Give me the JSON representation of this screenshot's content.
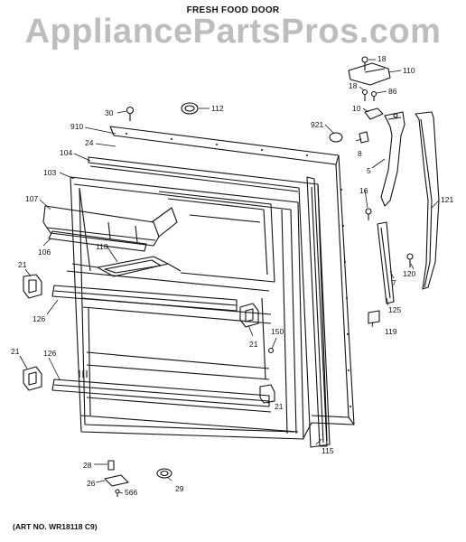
{
  "title": "FRESH FOOD DOOR",
  "watermark": "AppliancePartsPros.com",
  "art_number": "(ART NO. WR18118 C9)",
  "parts": [
    {
      "key": "p18a",
      "text": "18"
    },
    {
      "key": "p110",
      "text": "110"
    },
    {
      "key": "p18b",
      "text": "18"
    },
    {
      "key": "p86",
      "text": "86"
    },
    {
      "key": "p30",
      "text": "30"
    },
    {
      "key": "p112",
      "text": "112"
    },
    {
      "key": "p10",
      "text": "10"
    },
    {
      "key": "p910",
      "text": "910"
    },
    {
      "key": "p921",
      "text": "921"
    },
    {
      "key": "p24",
      "text": "24"
    },
    {
      "key": "p8",
      "text": "8"
    },
    {
      "key": "p104",
      "text": "104"
    },
    {
      "key": "p5",
      "text": "5"
    },
    {
      "key": "p103",
      "text": "103"
    },
    {
      "key": "p16",
      "text": "16"
    },
    {
      "key": "p107",
      "text": "107"
    },
    {
      "key": "p121",
      "text": "121"
    },
    {
      "key": "p118",
      "text": "118"
    },
    {
      "key": "p106",
      "text": "106"
    },
    {
      "key": "p21a",
      "text": "21"
    },
    {
      "key": "p120",
      "text": "120"
    },
    {
      "key": "p7",
      "text": "7"
    },
    {
      "key": "p126a",
      "text": "126"
    },
    {
      "key": "p125",
      "text": "125"
    },
    {
      "key": "p21b",
      "text": "21"
    },
    {
      "key": "p150",
      "text": "150"
    },
    {
      "key": "p119",
      "text": "119"
    },
    {
      "key": "p21c",
      "text": "21"
    },
    {
      "key": "p126b",
      "text": "126"
    },
    {
      "key": "p21d",
      "text": "21"
    },
    {
      "key": "p115",
      "text": "115"
    },
    {
      "key": "p28",
      "text": "28"
    },
    {
      "key": "p26",
      "text": "26"
    },
    {
      "key": "p566",
      "text": "566"
    },
    {
      "key": "p29",
      "text": "29"
    }
  ]
}
